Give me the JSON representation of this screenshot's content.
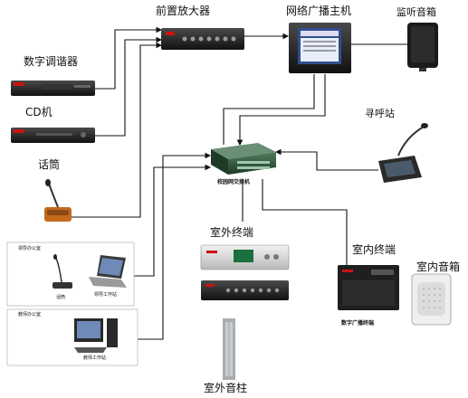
{
  "labels": {
    "digital_tuner": "数字调谐器",
    "cd_player": "CD机",
    "microphone": "话筒",
    "pre_amplifier": "前置放大器",
    "network_host": "网络广播主机",
    "monitor_speaker": "监听音箱",
    "paging_station": "寻呼站",
    "campus_switch": "校园网交换机",
    "outdoor_terminal": "室外终端",
    "outdoor_column": "室外音柱",
    "indoor_terminal": "室内终端",
    "digital_terminal": "数字广播终端",
    "indoor_speaker": "室内音箱",
    "leader_office": "领导办公室",
    "speech": "话筒",
    "leader_workstation": "领导工作站",
    "teacher_office": "教师办公室",
    "teacher_workstation": "教师工作站"
  },
  "colors": {
    "line": "#111111",
    "device_dark": "#1e1e1e",
    "device_silver": "#d8d8d8",
    "screen": "#2f4f8f",
    "switch_green": "#2e5a3a",
    "room_border": "#bbbbbb"
  }
}
